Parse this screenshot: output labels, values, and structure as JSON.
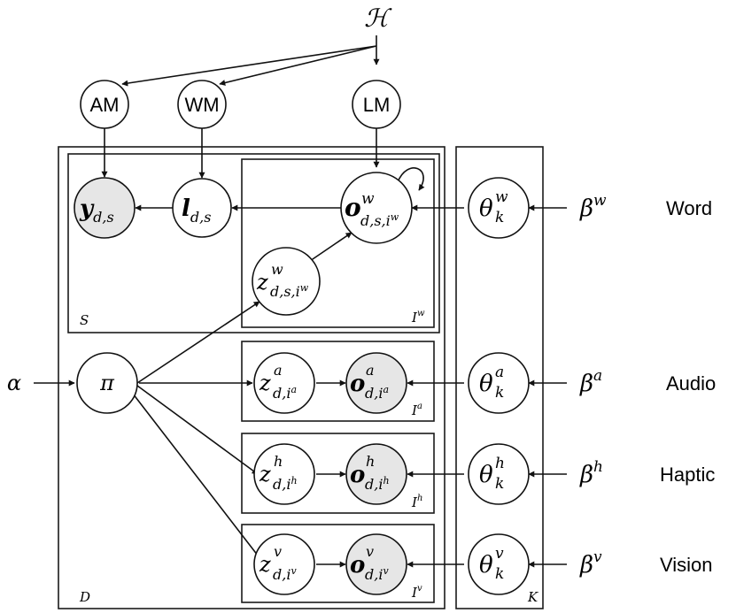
{
  "hyper": {
    "H": "ℋ",
    "alpha": "α"
  },
  "modules": {
    "am": "AM",
    "wm": "WM",
    "lm": "LM"
  },
  "plates": {
    "S": "S",
    "D": "D",
    "K": "K",
    "Iw": "I",
    "Iw_sup": "w",
    "Ia": "I",
    "Ia_sup": "a",
    "Ih": "I",
    "Ih_sup": "h",
    "Iv": "I",
    "Iv_sup": "v"
  },
  "nodes": {
    "y": {
      "base": "y",
      "sub": "d,s"
    },
    "l": {
      "base": "l",
      "sub": "d,s"
    },
    "ow": {
      "base": "o",
      "sup": "w",
      "sub": "d,s,i",
      "subsup": "w"
    },
    "zw": {
      "base": "z",
      "sup": "w",
      "sub": "d,s,i",
      "subsup": "w"
    },
    "pi": {
      "base": "π"
    },
    "za": {
      "base": "z",
      "sup": "a",
      "sub": "d,i",
      "subsup": "a"
    },
    "oa": {
      "base": "o",
      "sup": "a",
      "sub": "d,i",
      "subsup": "a"
    },
    "zh": {
      "base": "z",
      "sup": "h",
      "sub": "d,i",
      "subsup": "h"
    },
    "oh": {
      "base": "o",
      "sup": "h",
      "sub": "d,i",
      "subsup": "h"
    },
    "zv": {
      "base": "z",
      "sup": "v",
      "sub": "d,i",
      "subsup": "v"
    },
    "ov": {
      "base": "o",
      "sup": "v",
      "sub": "d,i",
      "subsup": "v"
    },
    "thw": {
      "base": "θ",
      "sup": "w",
      "sub": "k"
    },
    "tha": {
      "base": "θ",
      "sup": "a",
      "sub": "k"
    },
    "thh": {
      "base": "θ",
      "sup": "h",
      "sub": "k"
    },
    "thv": {
      "base": "θ",
      "sup": "v",
      "sub": "k"
    }
  },
  "betas": {
    "w": {
      "base": "β",
      "sup": "w"
    },
    "a": {
      "base": "β",
      "sup": "a"
    },
    "h": {
      "base": "β",
      "sup": "h"
    },
    "v": {
      "base": "β",
      "sup": "v"
    }
  },
  "modalities": {
    "word": "Word",
    "audio": "Audio",
    "haptic": "Haptic",
    "vision": "Vision"
  }
}
